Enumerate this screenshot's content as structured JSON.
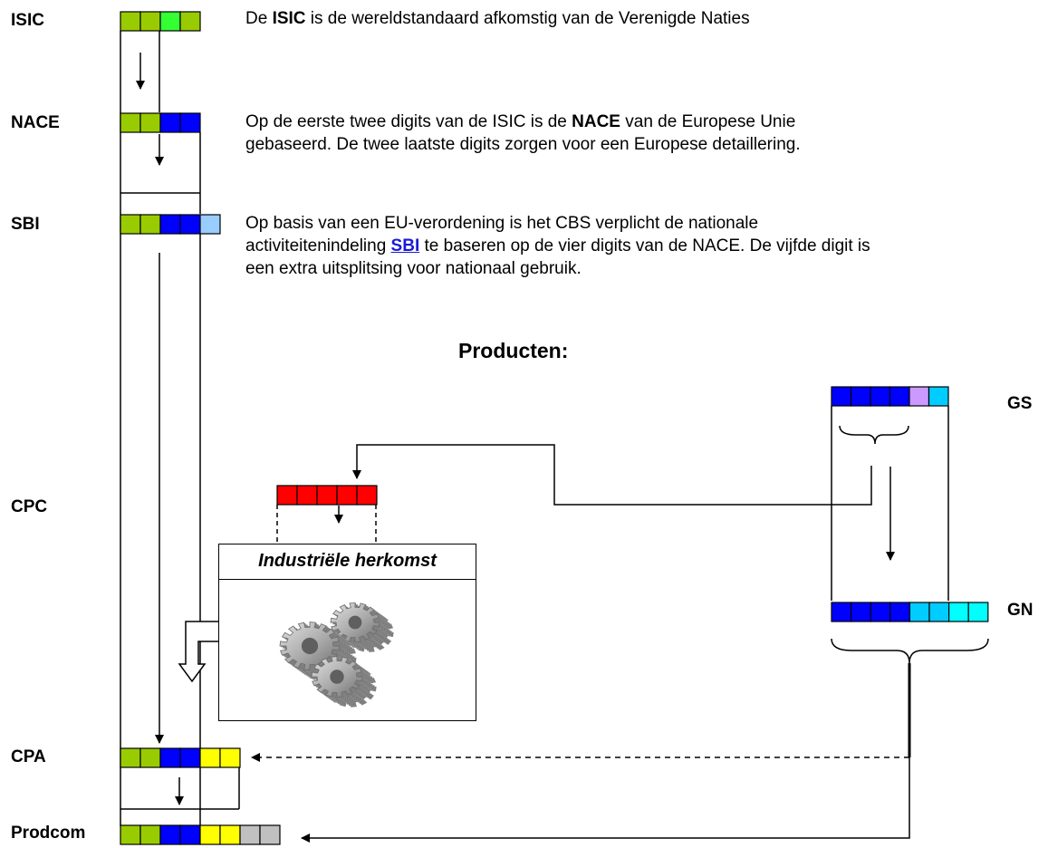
{
  "left_labels": {
    "isic": "ISIC",
    "nace": "NACE",
    "sbi": "SBI",
    "cpc": "CPC",
    "cpa": "CPA",
    "prodcom": "Prodcom"
  },
  "right_labels": {
    "gs": "GS",
    "gn": "GN"
  },
  "descriptions": {
    "isic": {
      "pre": "De ",
      "bold": "ISIC",
      "post": " is de wereldstandaard afkomstig van de Verenigde Naties"
    },
    "nace": {
      "pre": "Op de eerste twee digits van de ISIC is de ",
      "bold": "NACE",
      "post": " van de Europese Unie",
      "line2": "gebaseerd. De twee laatste digits zorgen voor een Europese detaillering."
    },
    "sbi": {
      "line1": "Op basis van een EU-verordening is het CBS verplicht de nationale",
      "pre": "activiteitenindeling ",
      "link": "SBI",
      "post": " te baseren op de vier digits van de NACE. De vijfde digit is",
      "line3": "een extra uitsplitsing voor nationaal gebruik."
    }
  },
  "products_heading": "Producten:",
  "industrial_origin_title": "Industriële herkomst",
  "code_rows": {
    "isic": [
      "#99cc00",
      "#99cc00",
      "#33ff33",
      "#99cc00"
    ],
    "nace": [
      "#99cc00",
      "#99cc00",
      "#0000ff",
      "#0000ff"
    ],
    "sbi": [
      "#99cc00",
      "#99cc00",
      "#0000ff",
      "#0000ff",
      "#99ccff"
    ],
    "cpc": [
      "#ff0000",
      "#ff0000",
      "#ff0000",
      "#ff0000",
      "#ff0000"
    ],
    "cpa": [
      "#99cc00",
      "#99cc00",
      "#0000ff",
      "#0000ff",
      "#ffff00",
      "#ffff00"
    ],
    "prodcom": [
      "#99cc00",
      "#99cc00",
      "#0000ff",
      "#0000ff",
      "#ffff00",
      "#ffff00",
      "#c0c0c0",
      "#c0c0c0"
    ],
    "gs": [
      "#0000ff",
      "#0000ff",
      "#0000ff",
      "#0000ff",
      "#cc99ff",
      "#00ccff"
    ],
    "gn": [
      "#0000ff",
      "#0000ff",
      "#0000ff",
      "#0000ff",
      "#00ccff",
      "#00ccff",
      "#00ffff",
      "#00ffff"
    ]
  },
  "colors": {
    "line": "#000000",
    "gear": "#a9a9a9"
  }
}
